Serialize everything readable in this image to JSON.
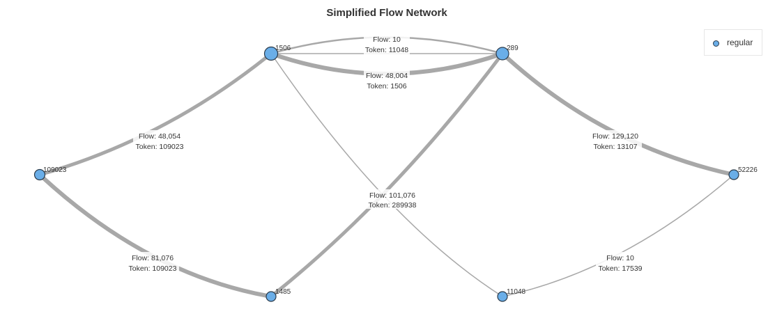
{
  "title": "Simplified Flow Network",
  "legend": {
    "items": [
      {
        "label": "regular",
        "color": "#6aaee8"
      }
    ]
  },
  "colors": {
    "node_fill": "#6aaee8",
    "node_stroke": "#2a3a4a",
    "edge": "#a8a8a8"
  },
  "nodes": [
    {
      "id": "1506",
      "label": "1506"
    },
    {
      "id": "289",
      "label": "289"
    },
    {
      "id": "109023",
      "label": "109023"
    },
    {
      "id": "52226",
      "label": "52226"
    },
    {
      "id": "1485",
      "label": "1485"
    },
    {
      "id": "11048",
      "label": "11048"
    }
  ],
  "edges": [
    {
      "source": "1506",
      "target": "289",
      "flow": "Flow: 10",
      "token": "Token: 11048"
    },
    {
      "source": "289",
      "target": "1506",
      "flow": "Flow: 48,004",
      "token": "Token: 1506"
    },
    {
      "source": "1506",
      "target": "289",
      "flow": "",
      "token": ""
    },
    {
      "source": "109023",
      "target": "1506",
      "flow": "Flow: 48,054",
      "token": "Token: 109023"
    },
    {
      "source": "289",
      "target": "52226",
      "flow": "Flow: 129,120",
      "token": "Token: 13107"
    },
    {
      "source": "109023",
      "target": "1485",
      "flow": "Flow: 81,076",
      "token": "Token: 109023"
    },
    {
      "source": "11048",
      "target": "52226",
      "flow": "Flow: 10",
      "token": "Token: 17539"
    },
    {
      "source": "1485",
      "target": "289",
      "flow": "Flow: 101,076",
      "token": "Token: 289938"
    },
    {
      "source": "1506",
      "target": "11048",
      "flow": "",
      "token": ""
    }
  ]
}
